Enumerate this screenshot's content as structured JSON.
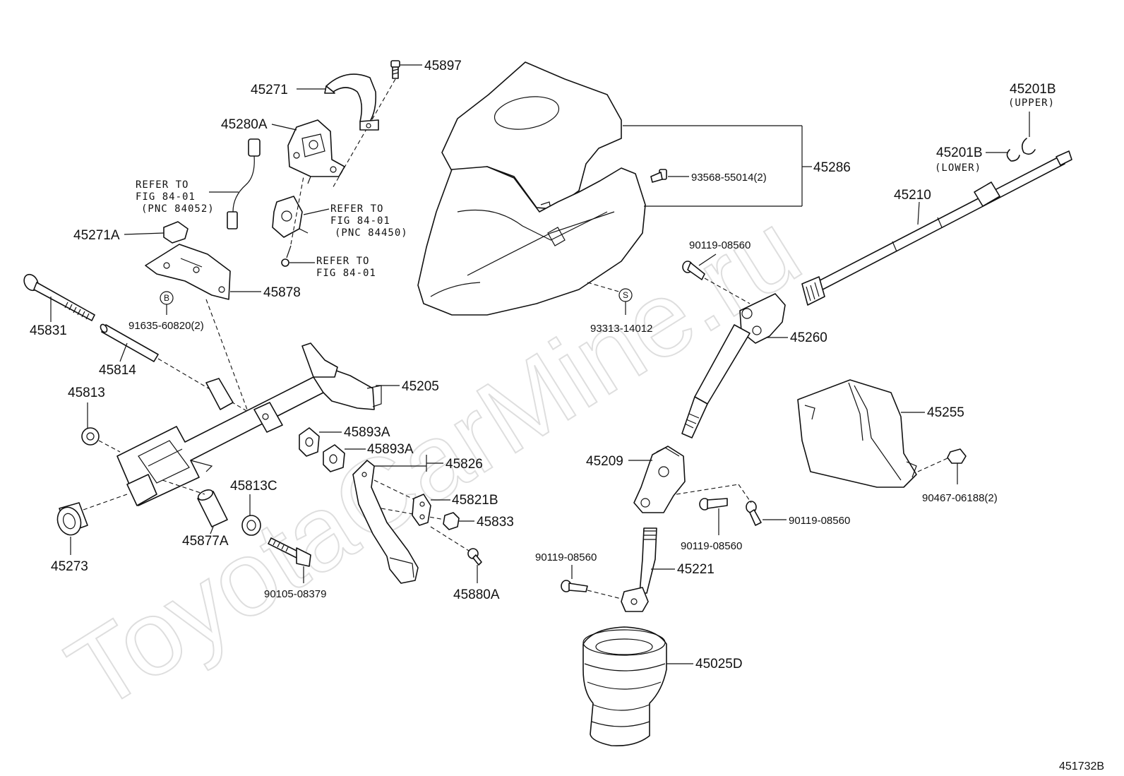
{
  "watermark": "ToyotaCarMine.ru",
  "figure_id": "451732B",
  "labels": {
    "p45897": "45897",
    "p45271": "45271",
    "p45280A": "45280A",
    "p45286": "45286",
    "p93568": "93568-55014(2)",
    "p45201B_upper": "45201B",
    "upper": "(UPPER)",
    "p45201B_lower": "45201B",
    "lower": "(LOWER)",
    "p45210": "45210",
    "p45271A": "45271A",
    "p45878": "45878",
    "p91635": "91635-60820(2)",
    "p45831": "45831",
    "p45814": "45814",
    "p93313": "93313-14012",
    "p90119_a": "90119-08560",
    "p45260": "45260",
    "p45205": "45205",
    "p45813": "45813",
    "p45893A_1": "45893A",
    "p45893A_2": "45893A",
    "p45826": "45826",
    "p45255": "45255",
    "p45209": "45209",
    "p45813C": "45813C",
    "p45821B": "45821B",
    "p45833": "45833",
    "p90467": "90467-06188(2)",
    "p90119_b": "90119-08560",
    "p90119_c": "90119-08560",
    "p45877A": "45877A",
    "p45273": "45273",
    "p90119_d": "90119-08560",
    "p45221": "45221",
    "p90105": "90105-08379",
    "p45880A": "45880A",
    "p45025D": "45025D"
  },
  "refs": {
    "ref1_l1": "REFER TO",
    "ref1_l2": "FIG 84-01",
    "ref1_l3": "(PNC 84052)",
    "ref2_l1": "REFER TO",
    "ref2_l2": "FIG 84-01",
    "ref2_l3": "(PNC 84450)",
    "ref3_l1": "REFER TO",
    "ref3_l2": "FIG 84-01"
  },
  "symbols": {
    "b": "B",
    "s": "S"
  }
}
